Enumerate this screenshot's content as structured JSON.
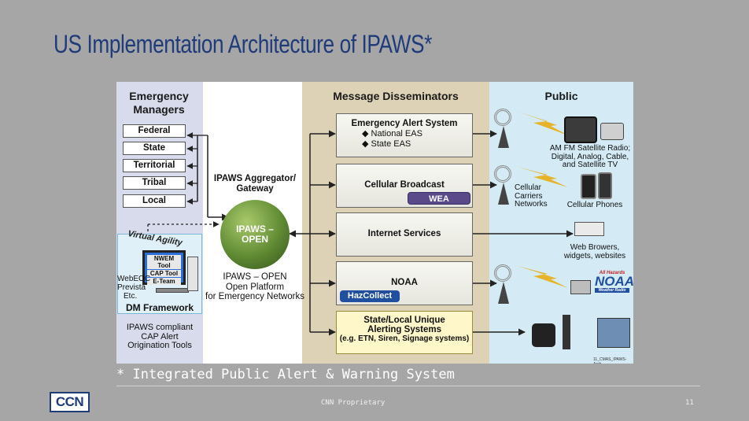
{
  "title": "US Implementation Architecture of IPAWS*",
  "diagram": {
    "emergency_managers": {
      "header": "Emergency Managers",
      "levels": [
        "Federal",
        "State",
        "Territorial",
        "Tribal",
        "Local"
      ]
    },
    "aggregator": {
      "label": "IPAWS Aggregator/ Gateway",
      "node": "IPAWS – OPEN",
      "desc_line1": "IPAWS – OPEN",
      "desc_line2": "Open Platform",
      "desc_line3": "for Emergency Networks"
    },
    "dm_framework": {
      "virtual_agility": "Virtual Agility",
      "tools": [
        "NWEM Tool",
        "CAP Tool",
        "E-Team"
      ],
      "side": [
        "WebEOC",
        "Prevista",
        "Etc."
      ],
      "label": "DM Framework",
      "caption": [
        "IPAWS compliant",
        "CAP Alert",
        "Origination Tools"
      ]
    },
    "disseminators": {
      "header": "Message Disseminators",
      "eas": {
        "title": "Emergency Alert System",
        "items": [
          "National EAS",
          "State EAS"
        ]
      },
      "cellular": {
        "title": "Cellular Broadcast",
        "tag": "WEA"
      },
      "internet": {
        "title": "Internet Services"
      },
      "noaa": {
        "title": "NOAA",
        "tag": "HazCollect"
      },
      "state_local": {
        "line1": "State/Local Unique",
        "line2": "Alerting Systems",
        "line3": "(e.g. ETN, Siren, Signage systems)"
      }
    },
    "public": {
      "header": "Public",
      "radio": [
        "AM FM Satellite Radio;",
        "Digital, Analog, Cable,",
        "and Satellite TV"
      ],
      "carriers": [
        "Cellular",
        "Carriers",
        "Networks"
      ],
      "phones": "Cellular Phones",
      "web": [
        "Web Browers,",
        "widgets, websites"
      ],
      "noaa_logo": "NOAA",
      "noaa_small": "All Hazards",
      "noaa_radio": "Weather Radio"
    },
    "image_id": "11_CMAS_IPAWS-Arch"
  },
  "footnote": "* Integrated Public Alert & Warning System",
  "footer": {
    "logo": "CCN",
    "proprietary": "CNN Proprietary",
    "page": "11"
  },
  "colors": {
    "title": "#1f3b7a",
    "wea": "#5a4a8a",
    "hazcollect": "#1f4f9e",
    "globe": "#4f7a2a"
  }
}
